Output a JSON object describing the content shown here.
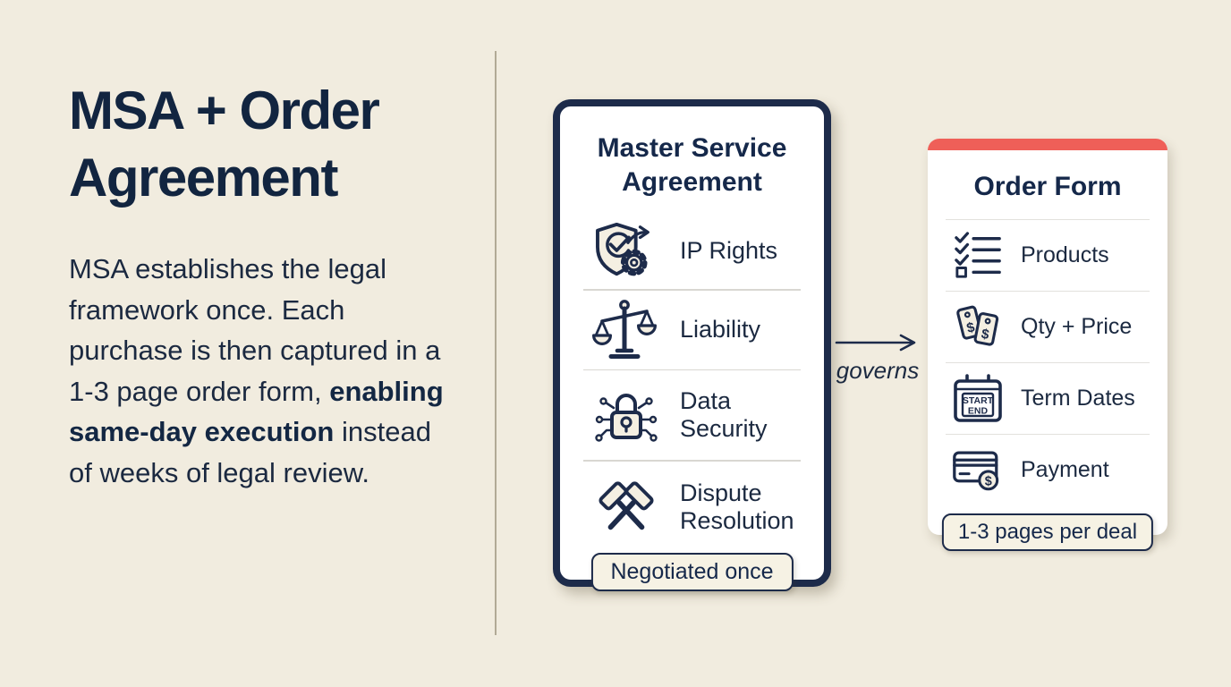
{
  "page": {
    "background_color": "#f1ecdf",
    "navy_color": "#1d2b4a",
    "red_accent_color": "#ef5f58",
    "badge_background_color": "#f6f2e4"
  },
  "left_panel": {
    "title": "MSA + Order Agreement",
    "body_before": "MSA establishes the legal framework once. Each purchase is then captured in a 1-3 page order form, ",
    "body_bold": "enabling same-day execution",
    "body_after": " instead of weeks of legal review."
  },
  "msa_card": {
    "title": "Master Service Agreement",
    "items": [
      {
        "icon": "shield-check-gear-icon",
        "label": "IP Rights"
      },
      {
        "icon": "scales-icon",
        "label": "Liability"
      },
      {
        "icon": "padlock-circuit-icon",
        "label": "Data Security"
      },
      {
        "icon": "crossed-gavels-icon",
        "label": "Dispute Resolution"
      }
    ],
    "badge": "Negotiated once"
  },
  "connector": {
    "label": "governs"
  },
  "order_card": {
    "title": "Order Form",
    "items": [
      {
        "icon": "checklist-icon",
        "label": "Products"
      },
      {
        "icon": "price-tags-icon",
        "label": "Qty + Price"
      },
      {
        "icon": "calendar-icon",
        "label": "Term Dates"
      },
      {
        "icon": "credit-card-icon",
        "label": "Payment"
      }
    ],
    "badge": "1-3 pages per deal"
  },
  "icon_text": {
    "calendar_start": "START",
    "calendar_end": "END",
    "dollar": "$"
  }
}
